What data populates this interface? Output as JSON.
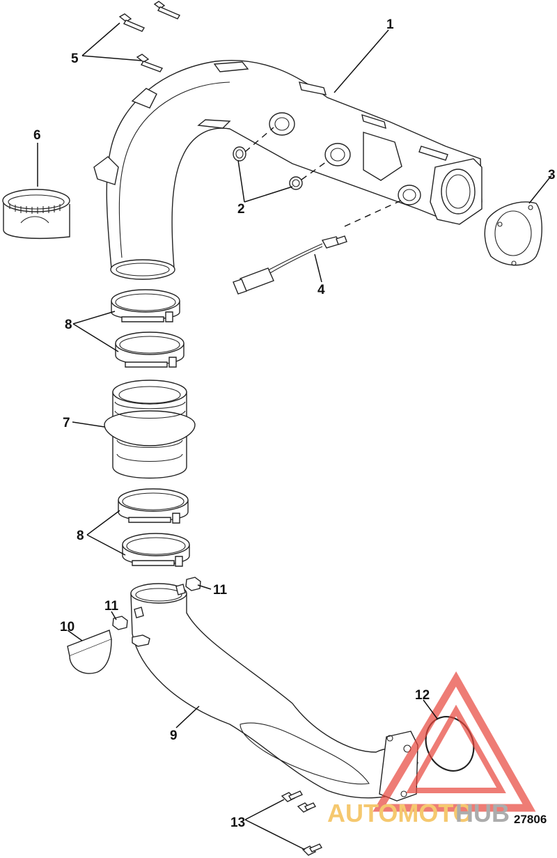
{
  "diagram": {
    "figure_number": "27806",
    "callouts": [
      "1",
      "2",
      "3",
      "4",
      "5",
      "6",
      "7",
      "8",
      "8",
      "9",
      "10",
      "11",
      "11",
      "12",
      "13"
    ],
    "watermark": {
      "text_main": "AUTOMOTO",
      "text_tail": "HUB",
      "color_main": "#f2b233",
      "color_tail": "#8a8a8a",
      "triangle_color": "#e8463c"
    }
  }
}
